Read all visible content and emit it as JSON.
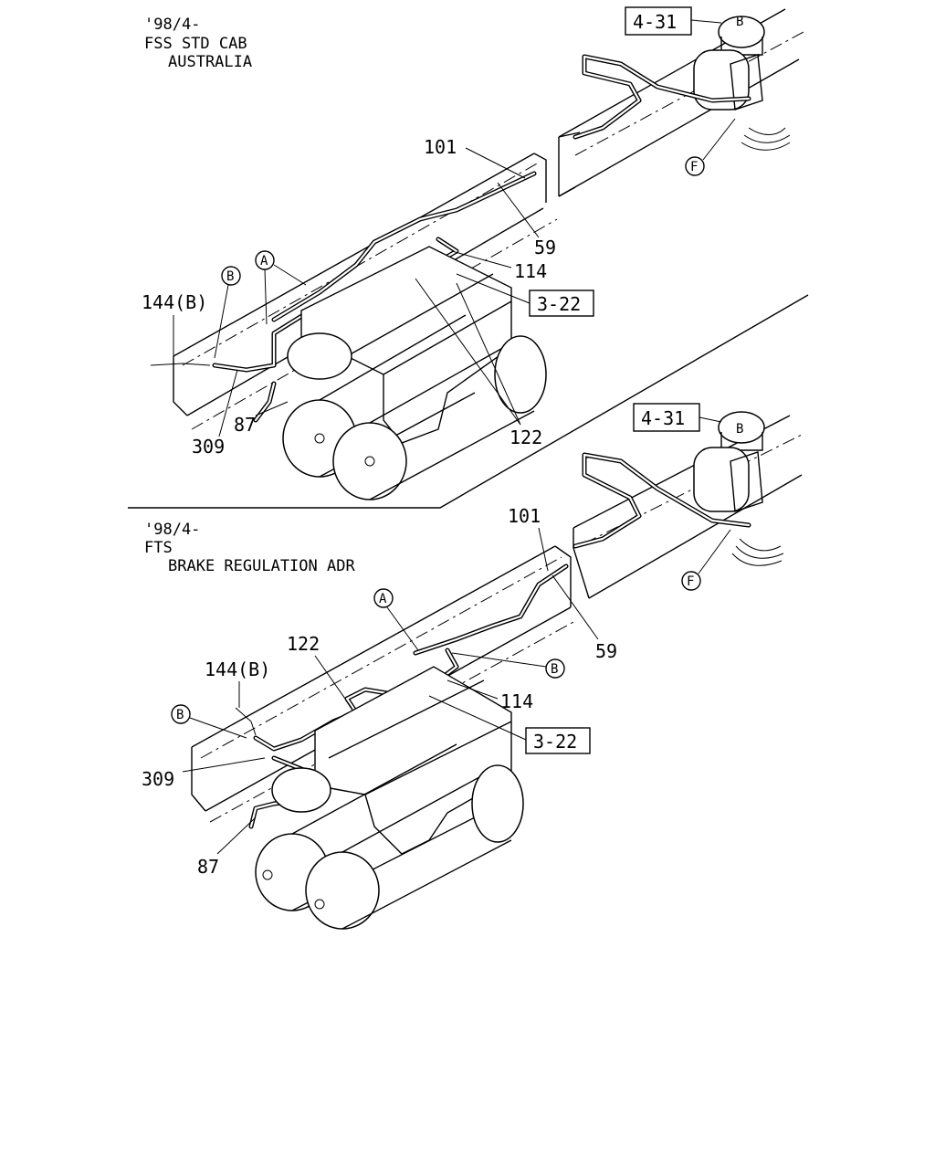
{
  "top": {
    "header": [
      "'98/4-",
      "FSS STD CAB",
      "AUSTRALIA"
    ],
    "labels": {
      "p101": "101",
      "p59": "59",
      "p114": "114",
      "p144": "144(B)",
      "p309": "309",
      "p87": "87",
      "p122": "122"
    },
    "refs": {
      "r431": "4-31",
      "r322": "3-22"
    },
    "circles": {
      "a": "A",
      "b": "B",
      "f": "F"
    }
  },
  "bottom": {
    "header": [
      "'98/4-",
      "FTS",
      "BRAKE REGULATION ADR"
    ],
    "labels": {
      "p101": "101",
      "p59": "59",
      "p114": "114",
      "p122": "122",
      "p144": "144(B)",
      "p309": "309",
      "p87": "87"
    },
    "refs": {
      "r431": "4-31",
      "r322": "3-22"
    },
    "circles": {
      "a": "A",
      "b1": "B",
      "b2": "B",
      "f": "F"
    }
  }
}
